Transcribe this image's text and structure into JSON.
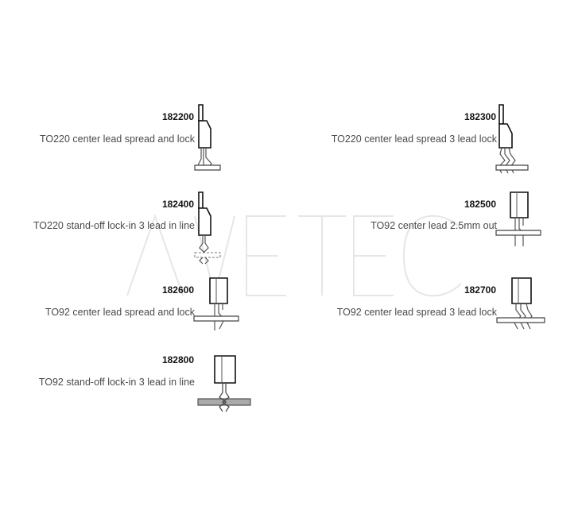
{
  "watermark": {
    "text": "AVETEC"
  },
  "parts": [
    {
      "code": "182200",
      "description": "TO220 center lead spread and lock",
      "package": "TO220",
      "lead_style": "center-lead-spread-lock"
    },
    {
      "code": "182300",
      "description": "TO220 center lead spread 3 lead lock",
      "package": "TO220",
      "lead_style": "spread-3-lead-lock"
    },
    {
      "code": "182400",
      "description": "TO220 stand-off lock-in 3 lead in line",
      "package": "TO220",
      "lead_style": "stand-off-lock-in"
    },
    {
      "code": "182500",
      "description": "TO92 center lead 2.5mm out",
      "package": "TO92",
      "lead_style": "center-lead-out"
    },
    {
      "code": "182600",
      "description": "TO92 center lead spread and lock",
      "package": "TO92",
      "lead_style": "center-lead-spread-lock"
    },
    {
      "code": "182700",
      "description": "TO92 center lead spread 3 lead lock",
      "package": "TO92",
      "lead_style": "spread-3-lead-lock"
    },
    {
      "code": "182800",
      "description": "TO92 stand-off lock-in 3 lead in line",
      "package": "TO92",
      "lead_style": "stand-off-lock-in"
    }
  ]
}
